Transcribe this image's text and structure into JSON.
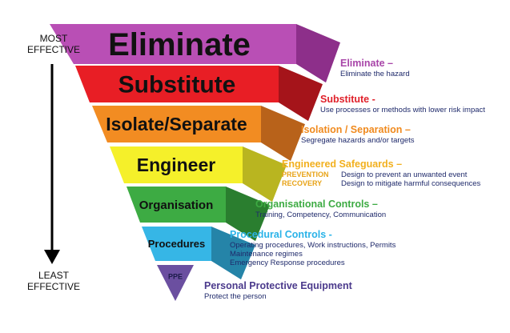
{
  "effectiveness": {
    "top_line1": "MOST",
    "top_line2": "EFFECTIVE",
    "bottom_line1": "LEAST",
    "bottom_line2": "EFFECTIVE"
  },
  "tiers": [
    {
      "label": "Eliminate",
      "color": "#b94fb5",
      "side": "#8d2f8a",
      "heading": "Eliminate –",
      "heading_color": "#a845a8",
      "lines": [
        "Eliminate the hazard"
      ]
    },
    {
      "label": "Substitute",
      "color": "#e81e25",
      "side": "#a5141a",
      "heading": "Substitute -",
      "heading_color": "#e0202a",
      "lines": [
        "Use processes or methods with lower risk impact"
      ]
    },
    {
      "label": "Isolate/Separate",
      "color": "#f28c22",
      "side": "#b8621a",
      "heading": "Isolation / Separation –",
      "heading_color": "#f08a1e",
      "lines": [
        "Segregate hazards and/or targets"
      ]
    },
    {
      "label": "Engineer",
      "color": "#f5f02a",
      "side": "#b9b520",
      "heading": "Engineered Safeguards –",
      "heading_color": "#f2b01e",
      "rows": [
        {
          "key": "PREVENTION",
          "value": "Design to prevent an unwanted event"
        },
        {
          "key": "RECOVERY",
          "value": "Design to mitigate harmful consequences"
        }
      ]
    },
    {
      "label": "Organisation",
      "color": "#3dab43",
      "side": "#2a7e2f",
      "heading": "Organisational Controls –",
      "heading_color": "#3dab43",
      "lines": [
        "Training, Competency, Communication"
      ]
    },
    {
      "label": "Procedures",
      "color": "#36b6e6",
      "side": "#2584a8",
      "heading": "Procedural Controls -",
      "heading_color": "#2ab3e8",
      "lines": [
        "Operating procedures, Work instructions, Permits",
        "Maintenance regimes",
        "Emergency Response procedures"
      ]
    },
    {
      "label": "PPE",
      "color": "#6b4fa0",
      "side": "#4a3677",
      "heading": "Personal Protective Equipment",
      "heading_color": "#4b3a8c",
      "lines": [
        "Protect the person"
      ]
    }
  ]
}
